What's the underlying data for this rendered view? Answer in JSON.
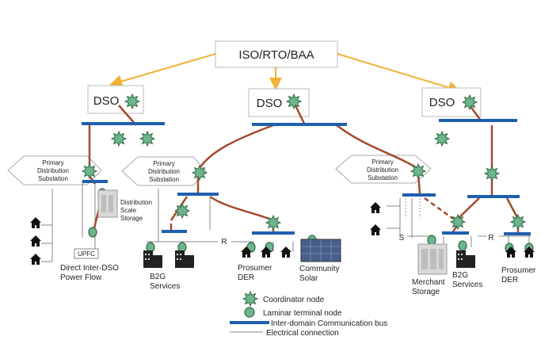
{
  "nodes": {
    "iso": "ISO/RTO/BAA",
    "dso_left": "DSO",
    "dso_center": "DSO",
    "dso_right": "DSO"
  },
  "substations": {
    "left": [
      "Primary",
      "Distribution",
      "Substation"
    ],
    "center": [
      "Primary",
      "Distribution",
      "Substation"
    ],
    "right": [
      "Primary",
      "Distribution",
      "Substation"
    ]
  },
  "labels": {
    "upfc": "UPFC",
    "storage": [
      "Distribution",
      "Scale",
      "Storage"
    ],
    "inter_dso": [
      "Direct Inter-DSO",
      "Power Flow"
    ],
    "b2g_center": [
      "B2G",
      "Services"
    ],
    "prosumer_center": [
      "Prosumer",
      "DER"
    ],
    "community_solar": [
      "Community",
      "Solar"
    ],
    "merchant_storage": [
      "Merchant",
      "Storage"
    ],
    "b2g_right": [
      "B2G",
      "Services"
    ],
    "prosumer_right": [
      "Prosumer",
      "DER"
    ],
    "r_center": "R",
    "r_right": "R",
    "s_right": "S"
  },
  "legend": {
    "coordinator": "Coordinator node",
    "laminar": "Laminar terminal node",
    "bus": "Inter-domain Communication bus",
    "electrical": "Electrical connection"
  },
  "colors": {
    "bus": "#1f5fae",
    "link": "#a44a2e",
    "arrow": "#f2b233",
    "node_fill": "#6db58c",
    "node_stroke": "#2f6b45"
  }
}
